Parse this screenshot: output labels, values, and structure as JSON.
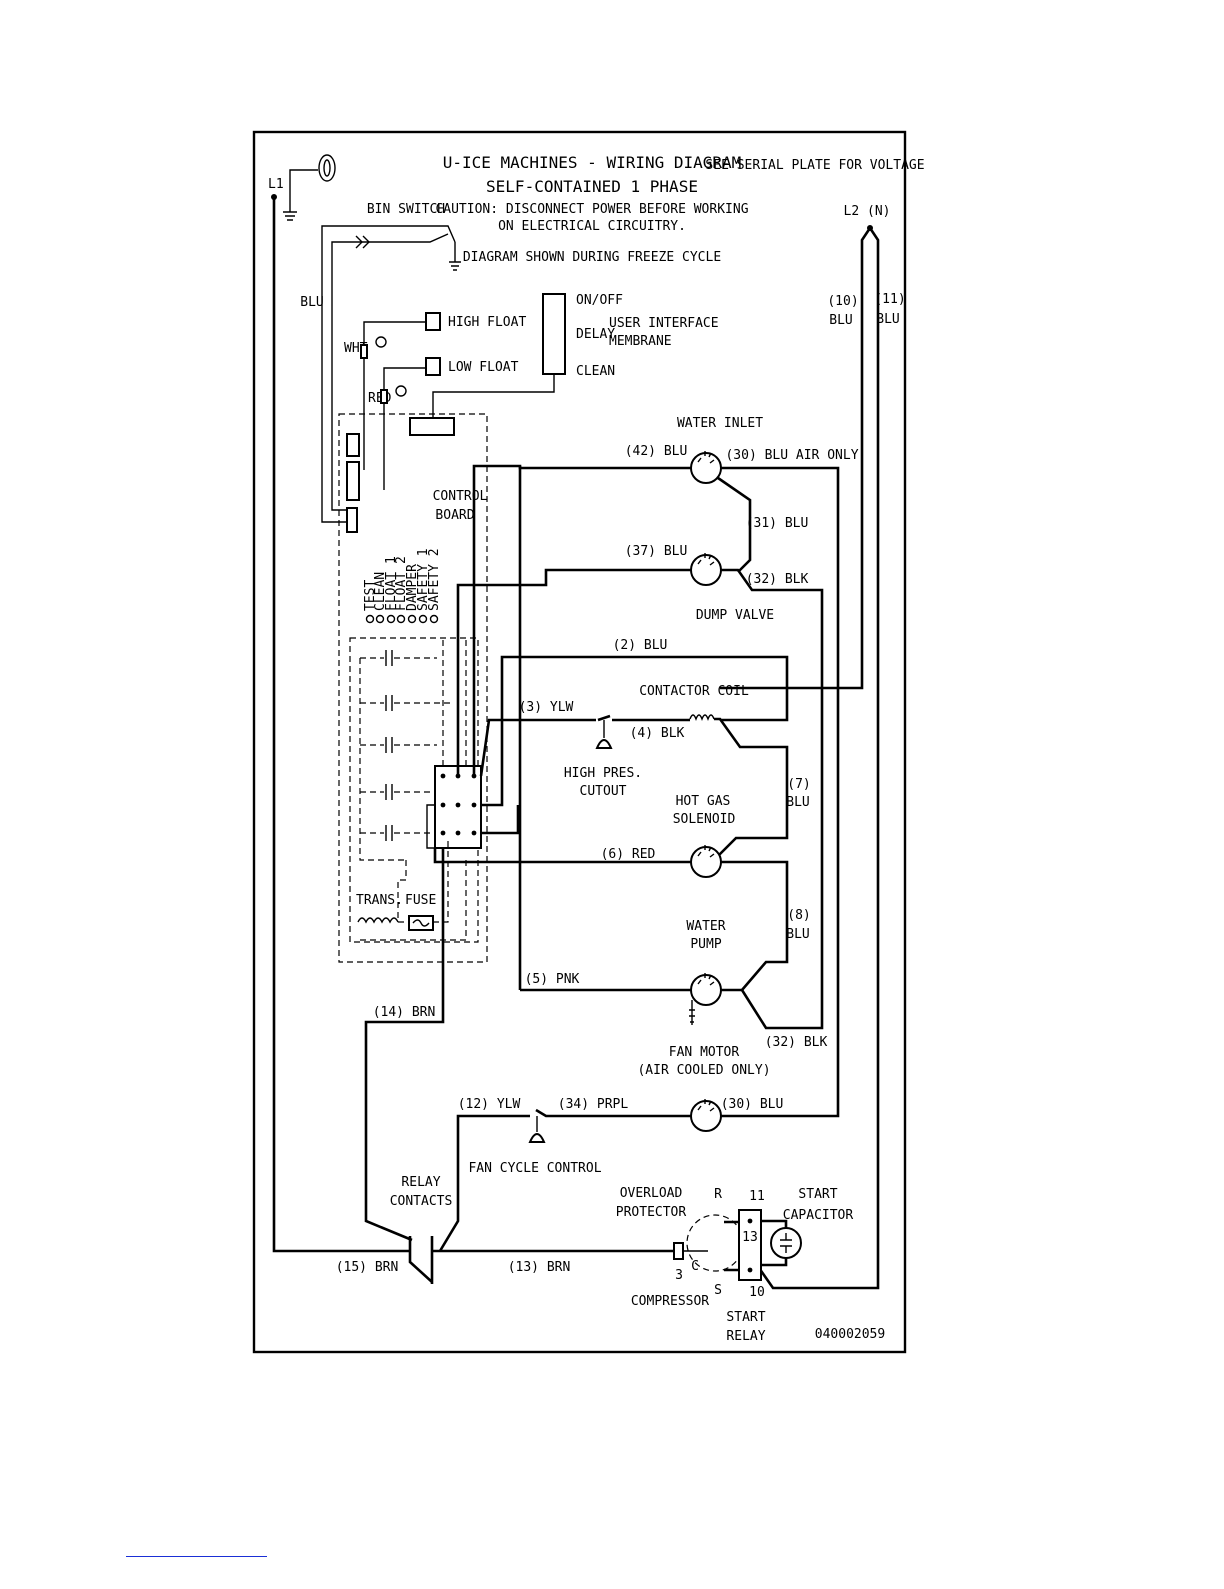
{
  "diagram": {
    "title": "U-ICE MACHINES - WIRING DIAGRAM",
    "subtitle": "SELF-CONTAINED 1 PHASE",
    "caution_line1": "CAUTION: DISCONNECT POWER BEFORE WORKING",
    "caution_line2": "ON ELECTRICAL CIRCUITRY.",
    "cycle_note": "DIAGRAM SHOWN DURING FREEZE CYCLE",
    "voltage_note": "SEE SERIAL PLATE FOR VOLTAGE",
    "part_number": "040002059"
  },
  "terminals": {
    "l1": "L1",
    "l2": "L2 (N)"
  },
  "components": {
    "bin_switch": "BIN SWITCH",
    "high_float": "HIGH FLOAT",
    "low_float": "LOW FLOAT",
    "ui_on_off": "ON/OFF",
    "ui_delay": "DELAY",
    "ui_clean": "CLEAN",
    "ui_label_1": "USER INTERFACE",
    "ui_label_2": "MEMBRANE",
    "control_board_1": "CONTROL",
    "control_board_2": "BOARD",
    "water_inlet": "WATER INLET",
    "dump_valve": "DUMP VALVE",
    "contactor_coil": "CONTACTOR COIL",
    "high_pres_1": "HIGH PRES.",
    "high_pres_2": "CUTOUT",
    "hot_gas_1": "HOT GAS",
    "hot_gas_2": "SOLENOID",
    "water_pump_1": "WATER",
    "water_pump_2": "PUMP",
    "fan_motor_1": "FAN MOTOR",
    "fan_motor_2": "(AIR COOLED ONLY)",
    "fan_cycle": "FAN CYCLE CONTROL",
    "relay_contacts_1": "RELAY",
    "relay_contacts_2": "CONTACTS",
    "overload_1": "OVERLOAD",
    "overload_2": "PROTECTOR",
    "compressor": "COMPRESSOR",
    "start_relay_1": "START",
    "start_relay_2": "RELAY",
    "start_cap_1": "START",
    "start_cap_2": "CAPACITOR",
    "trans": "TRANS.",
    "fuse": "FUSE"
  },
  "board_leds": [
    "TEST",
    "CLEAN",
    "FLOAT 1",
    "FLOAT 2",
    "DAMPER",
    "SAFETY 1",
    "SAFETY 2"
  ],
  "wires": {
    "blu": "BLU",
    "wht": "WHT",
    "red": "RED",
    "w10": "(10)",
    "w10c": "BLU",
    "w11": "(11)",
    "w11c": "BLU",
    "w42": "(42) BLU",
    "w30_air": "(30) BLU AIR ONLY",
    "w31": "(31) BLU",
    "w37": "(37) BLU",
    "w32a": "(32) BLK",
    "w2": "(2) BLU",
    "w3": "(3) YLW",
    "w4": "(4) BLK",
    "w7": "(7)",
    "w7c": "BLU",
    "w6": "(6) RED",
    "w8": "(8)",
    "w8c": "BLU",
    "w5": "(5) PNK",
    "w32b": "(32) BLK",
    "w14": "(14) BRN",
    "w12": "(12) YLW",
    "w34": "(34) PRPL",
    "w30": "(30) BLU",
    "w15": "(15) BRN",
    "w13": "(13) BRN"
  },
  "compressor_terminals": {
    "r": "R",
    "c": "C",
    "s": "S",
    "t3": "3"
  },
  "relay_terminals": {
    "t11": "11",
    "t13": "13",
    "t10": "10"
  }
}
